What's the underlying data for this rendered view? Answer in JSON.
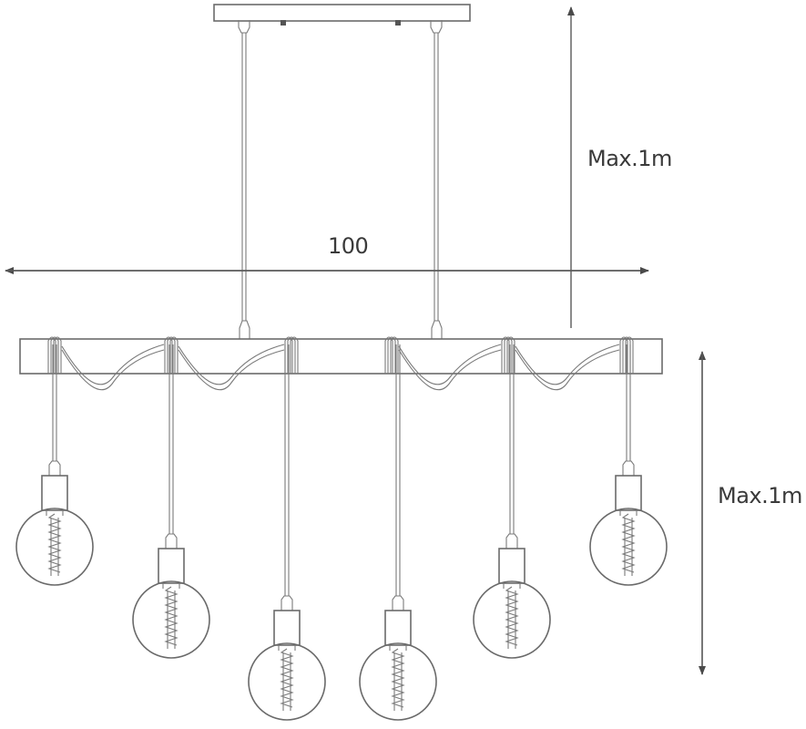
{
  "dimensions": {
    "width_label": "100",
    "drop_label_upper": "Max.1m",
    "drop_label_lower": "Max.1m"
  },
  "fixture": {
    "bulb_count": 6,
    "suspension_cable_count": 2
  },
  "colors": {
    "line": "#6a6a6a",
    "text": "#3a3a3a",
    "background": "#ffffff"
  }
}
